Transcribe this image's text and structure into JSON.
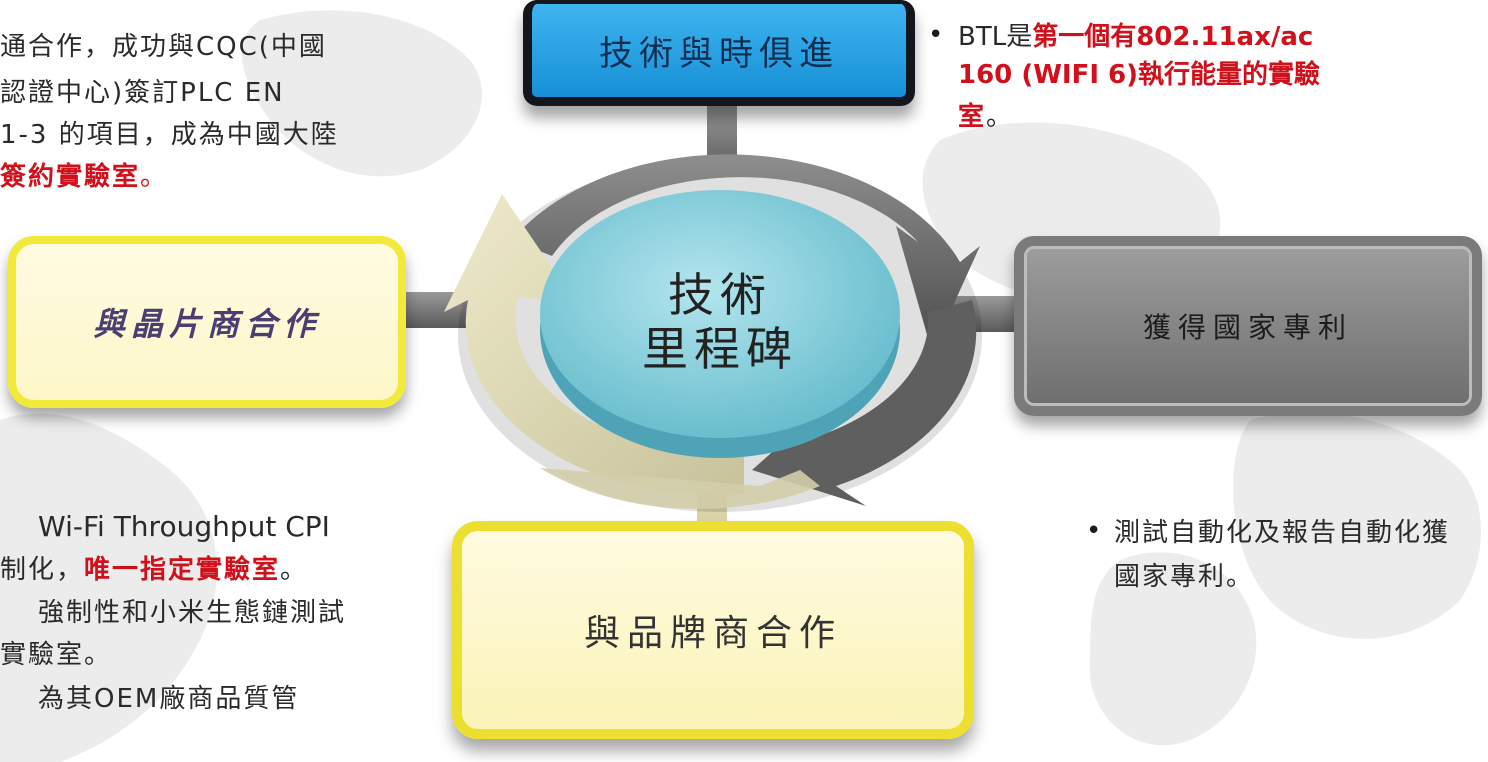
{
  "center": {
    "line1": "技術",
    "line2": "里程碑"
  },
  "boxes": {
    "top": "技術與時俱進",
    "left": "與晶片商合作",
    "right": "獲得國家專利",
    "bottom": "與品牌商合作"
  },
  "top_left_text": {
    "line1": "通合作，成功與CQC(中國",
    "line2": "認證中心)簽訂PLC EN",
    "line3": "1-3 的項目，成為中國大陸",
    "line4_red": "簽約實驗室",
    "line4_end": "。"
  },
  "top_right_text": {
    "bullet": "•",
    "line1_prefix": "BTL是",
    "line1_red": "第一個有802.11ax/ac",
    "line2_red": "160 (WIFI 6)執行能量的實驗",
    "line3_red": "室",
    "line3_end": "。"
  },
  "bottom_left_text": {
    "line1": "Wi-Fi Throughput CPI",
    "line2_start": "制化，",
    "line2_red": "唯一指定實驗室",
    "line2_end": "。",
    "line3": "強制性和小米生態鏈測試",
    "line4": "實驗室。",
    "line5": "為其OEM廠商品質管"
  },
  "bottom_right_text": {
    "bullet": "•",
    "line1": "測試自動化及報告自動化獲",
    "line2": "國家專利。"
  },
  "colors": {
    "accent_red": "#d0101a",
    "top_box_blue": "#1f9fe4",
    "left_box_yellow": "#f2ea3a",
    "right_box_gray": "#7a7a7a",
    "center_teal": "#7cc9d6"
  }
}
